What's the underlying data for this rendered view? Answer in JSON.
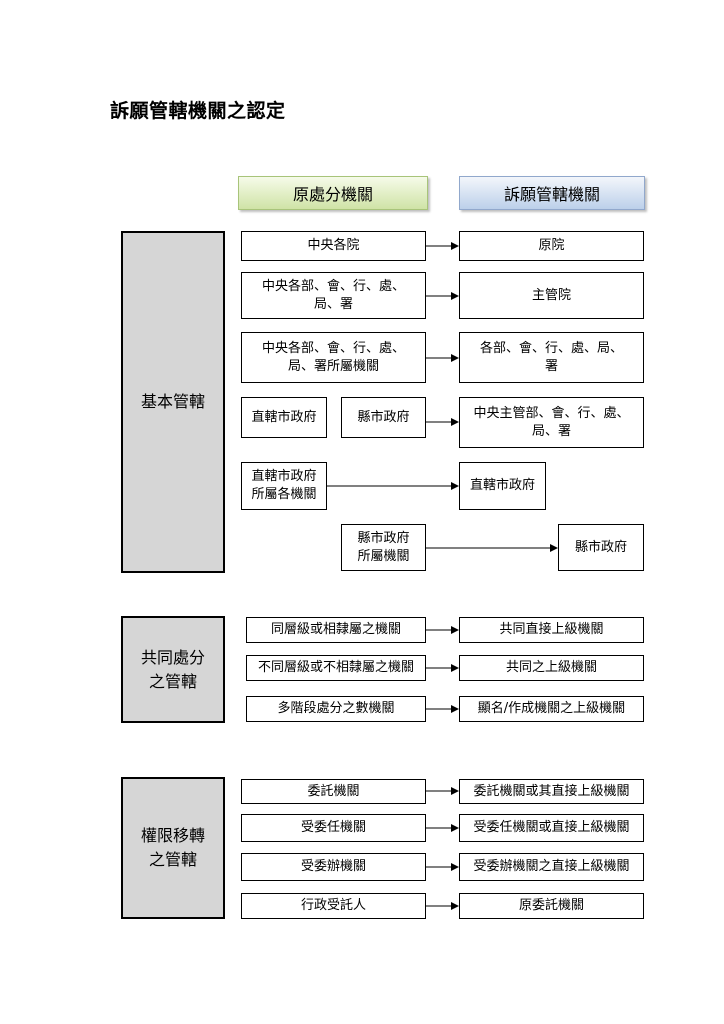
{
  "title": "訴願管轄機關之認定",
  "headers": {
    "origin": "原處分機關",
    "jurisdiction": "訴願管轄機關"
  },
  "categories": {
    "basic": "基本管轄",
    "joint": "共同處分\n之管轄",
    "transfer": "權限移轉\n之管轄"
  },
  "basic": {
    "r1": {
      "from": "中央各院",
      "to": "原院"
    },
    "r2": {
      "from": "中央各部、會、行、處、\n局、署",
      "to": "主管院"
    },
    "r3": {
      "from": "中央各部、會、行、處、\n局、署所屬機關",
      "to": "各部、會、行、處、局、\n署"
    },
    "r4": {
      "from_a": "直轄市政府",
      "from_b": "縣市政府",
      "to": "中央主管部、會、行、處、\n局、署"
    },
    "r5": {
      "from": "直轄市政府\n所屬各機關",
      "to": "直轄市政府"
    },
    "r6": {
      "from": "縣市政府\n所屬機關",
      "to": "縣市政府"
    }
  },
  "joint": {
    "r1": {
      "from": "同層級或相隸屬之機關",
      "to": "共同直接上級機關"
    },
    "r2": {
      "from": "不同層級或不相隸屬之機關",
      "to": "共同之上級機關"
    },
    "r3": {
      "from": "多階段處分之數機關",
      "to": "顯名/作成機關之上級機關"
    }
  },
  "transfer": {
    "r1": {
      "from": "委託機關",
      "to": "委託機關或其直接上級機關"
    },
    "r2": {
      "from": "受委任機關",
      "to": "受委任機關或直接上級機關"
    },
    "r3": {
      "from": "受委辦機關",
      "to": "受委辦機關之直接上級機關"
    },
    "r4": {
      "from": "行政受託人",
      "to": "原委託機關"
    }
  }
}
